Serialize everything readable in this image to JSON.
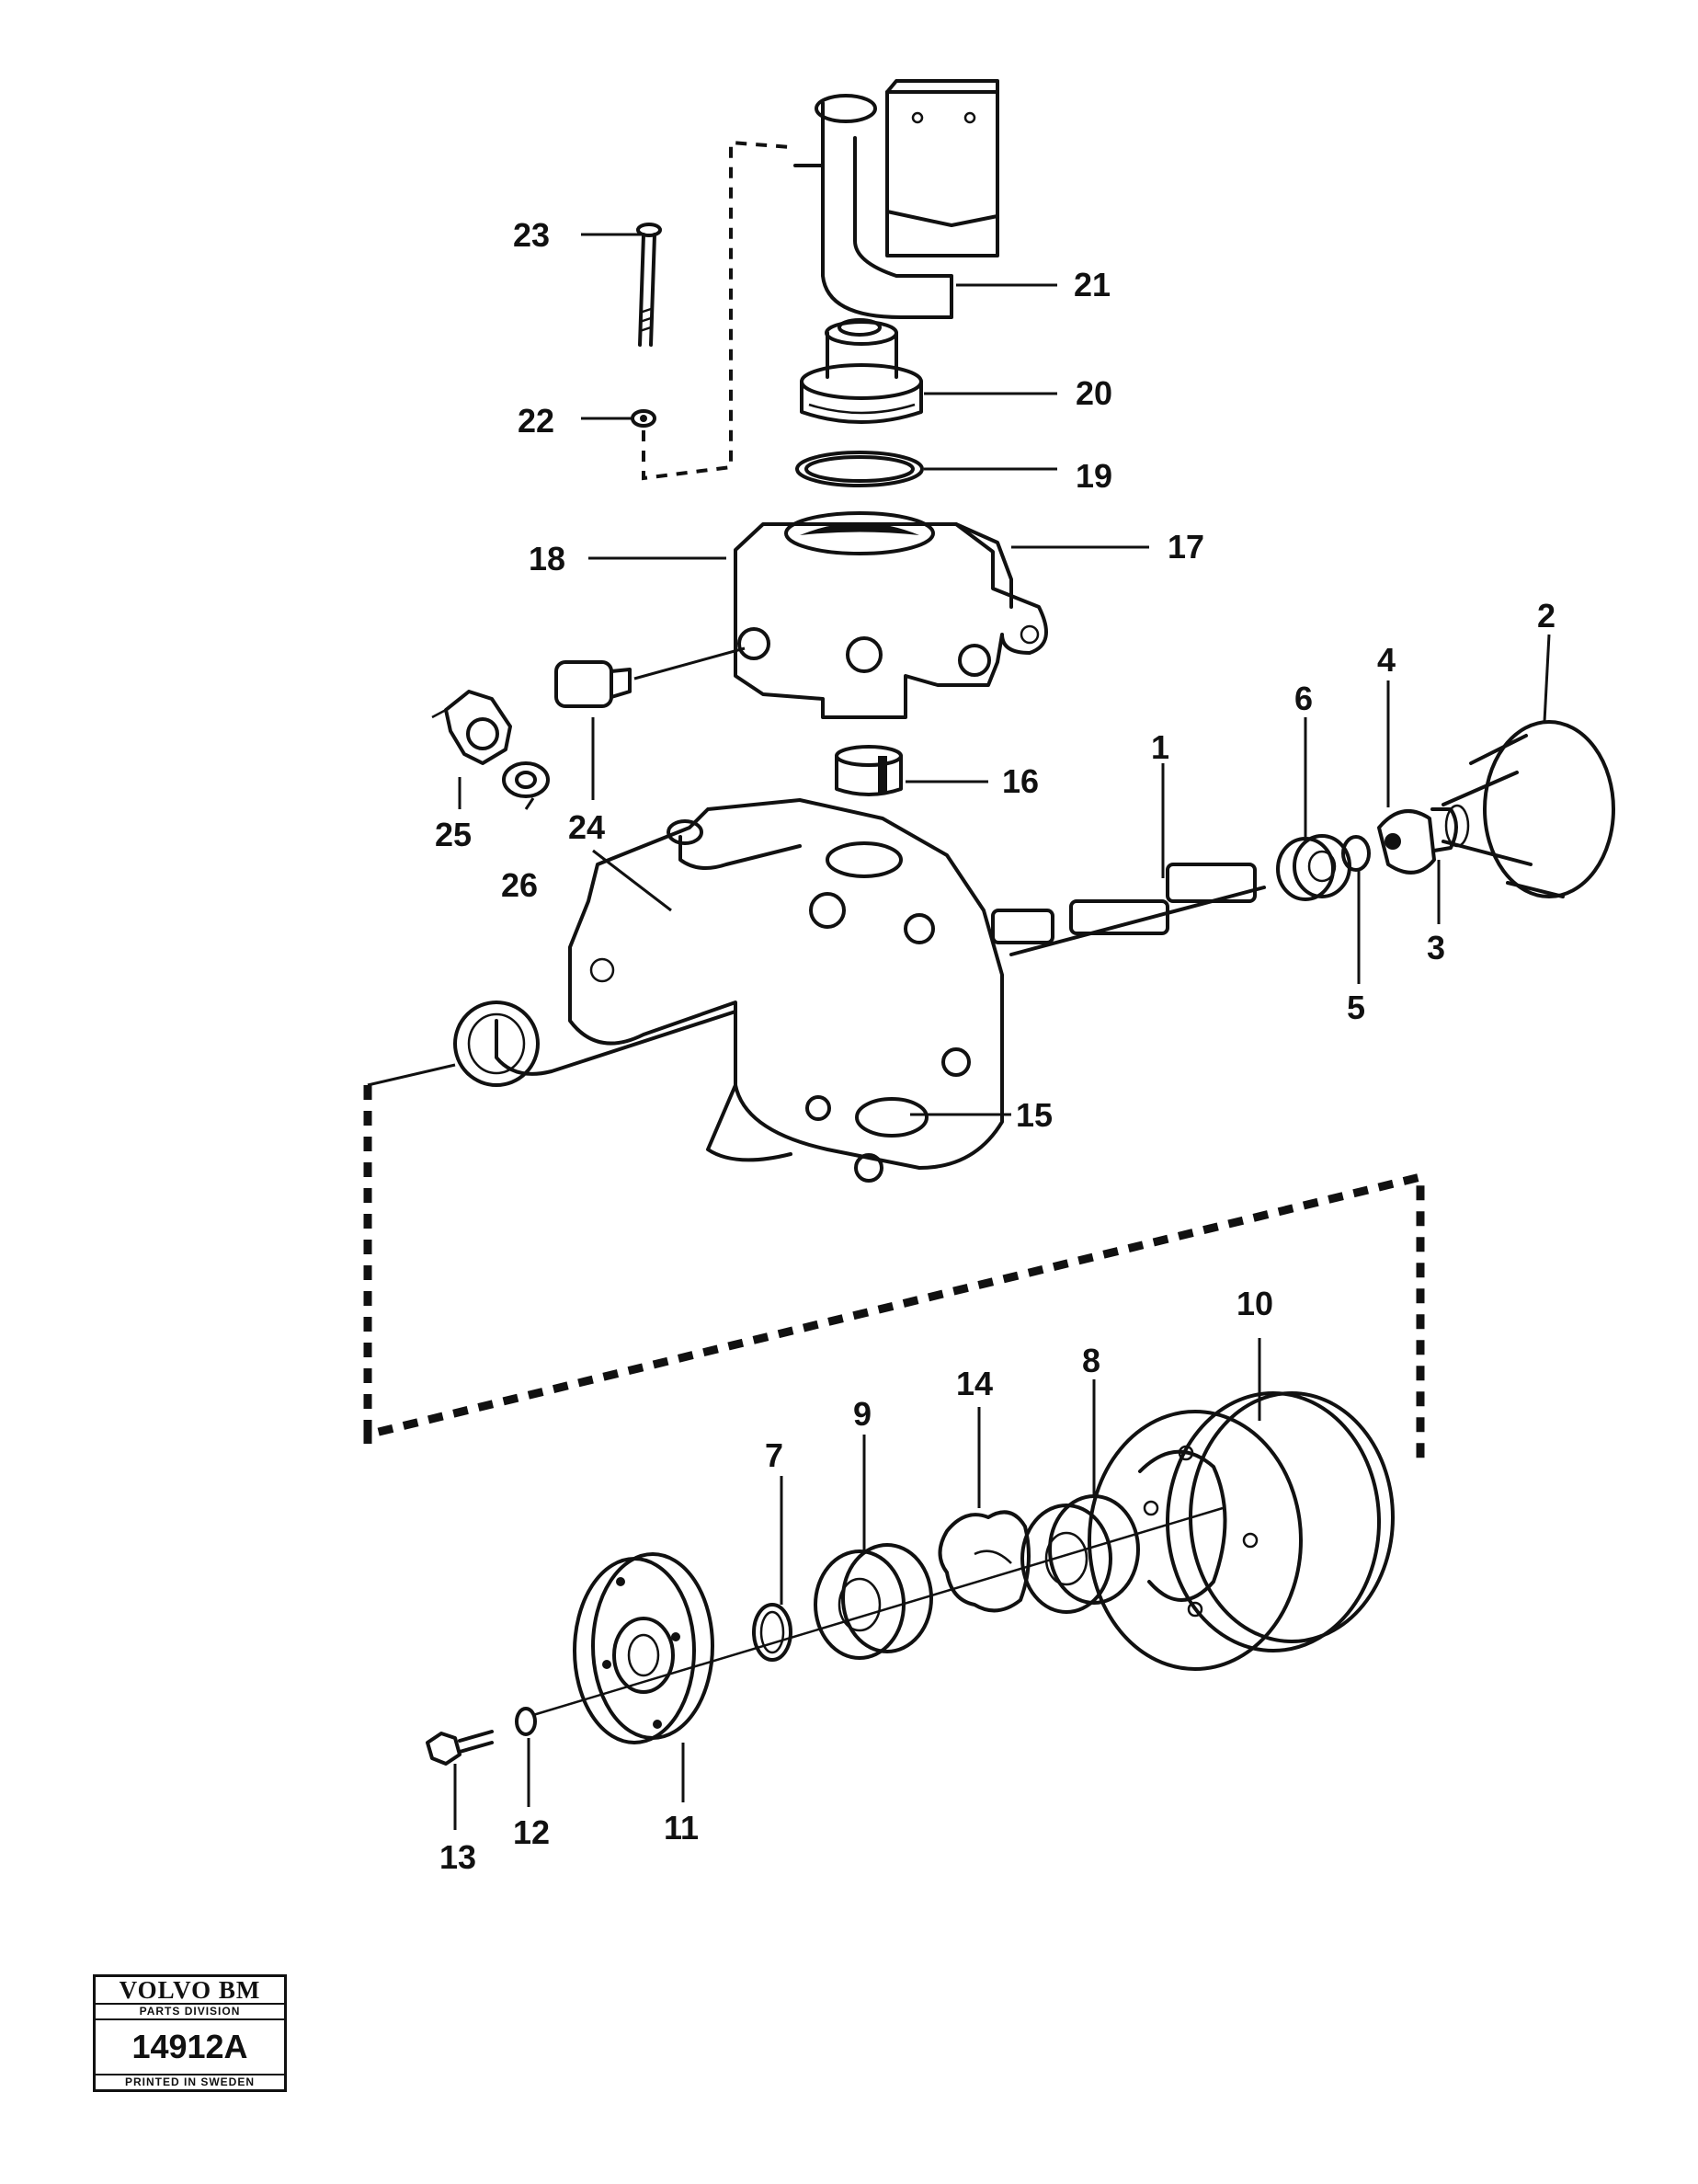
{
  "callouts": [
    {
      "id": "1",
      "text": "1"
    },
    {
      "id": "2",
      "text": "2"
    },
    {
      "id": "3",
      "text": "3"
    },
    {
      "id": "4",
      "text": "4"
    },
    {
      "id": "5",
      "text": "5"
    },
    {
      "id": "6",
      "text": "6"
    },
    {
      "id": "7",
      "text": "7"
    },
    {
      "id": "8",
      "text": "8"
    },
    {
      "id": "9",
      "text": "9"
    },
    {
      "id": "10",
      "text": "10"
    },
    {
      "id": "11",
      "text": "11"
    },
    {
      "id": "12",
      "text": "12"
    },
    {
      "id": "13",
      "text": "13"
    },
    {
      "id": "14",
      "text": "14"
    },
    {
      "id": "15",
      "text": "15"
    },
    {
      "id": "16",
      "text": "16"
    },
    {
      "id": "17",
      "text": "17"
    },
    {
      "id": "18",
      "text": "18"
    },
    {
      "id": "19",
      "text": "19"
    },
    {
      "id": "20",
      "text": "20"
    },
    {
      "id": "21",
      "text": "21"
    },
    {
      "id": "22",
      "text": "22"
    },
    {
      "id": "23",
      "text": "23"
    },
    {
      "id": "24",
      "text": "24"
    },
    {
      "id": "25",
      "text": "25"
    },
    {
      "id": "26",
      "text": "26"
    }
  ],
  "stamp": {
    "brand": "VOLVO BM",
    "division": "PARTS DIVISION",
    "code": "14912A",
    "printed": "PRINTED IN SWEDEN"
  }
}
